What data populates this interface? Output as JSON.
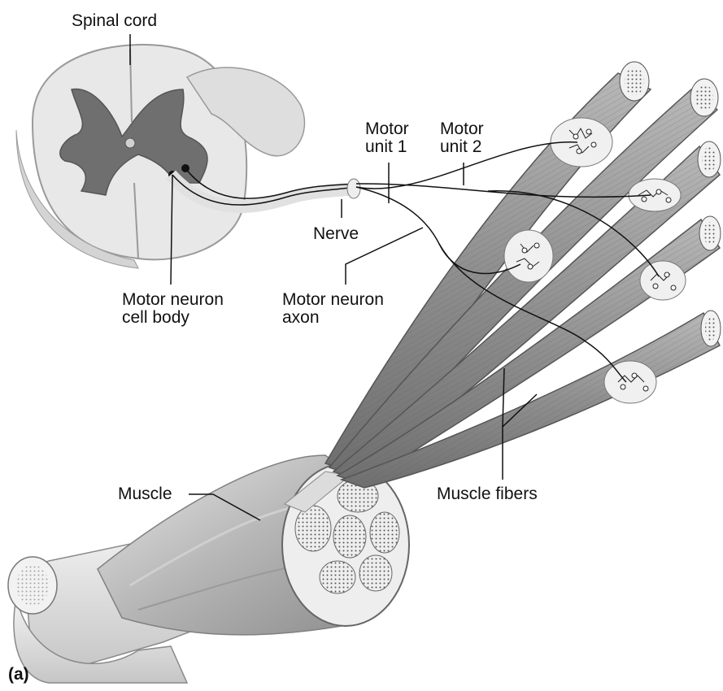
{
  "labels": {
    "spinal_cord": "Spinal cord",
    "motor_unit_1": "Motor\nunit 1",
    "motor_unit_2": "Motor\nunit 2",
    "nerve": "Nerve",
    "motor_neuron_cell_body": "Motor neuron\ncell body",
    "motor_neuron_axon": "Motor neuron\naxon",
    "muscle": "Muscle",
    "muscle_fibers": "Muscle fibers",
    "panel": "(a)"
  },
  "colors": {
    "white_matter": "#e6e6e6",
    "gray_matter": "#6f6f6f",
    "fiber": "#9a9a9a",
    "fiber_dark": "#7d7d7d",
    "muscle": "#bdbdbd",
    "leader_line": "#111111"
  }
}
